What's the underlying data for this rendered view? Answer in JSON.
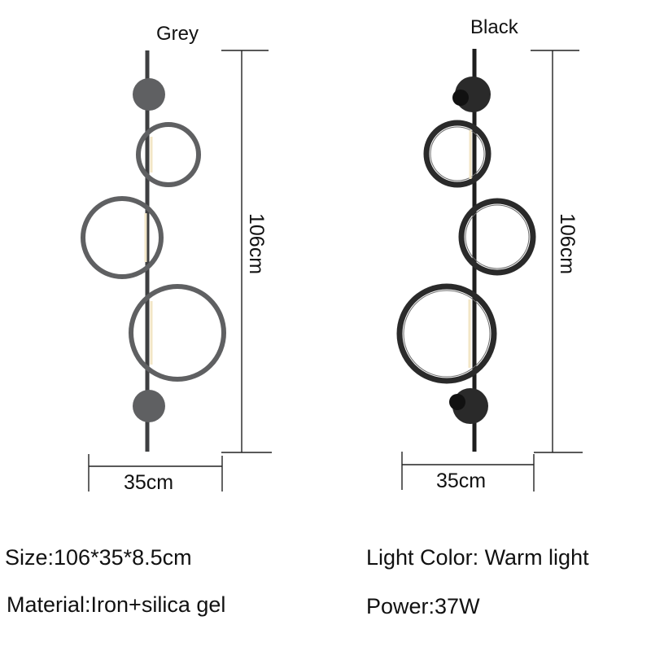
{
  "variants": [
    {
      "label": "Grey",
      "height_label": "106cm",
      "width_label": "35cm",
      "color": "#5f6062"
    },
    {
      "label": "Black",
      "height_label": "106cm",
      "width_label": "35cm",
      "color": "#2a2a2a"
    }
  ],
  "specs": {
    "size": "Size:106*35*8.5cm",
    "material": "Material:Iron+silica gel",
    "light_color": "Light Color: Warm light",
    "power": "Power:37W"
  },
  "colors": {
    "glow": "#f3e6c6",
    "line": "#222222"
  }
}
